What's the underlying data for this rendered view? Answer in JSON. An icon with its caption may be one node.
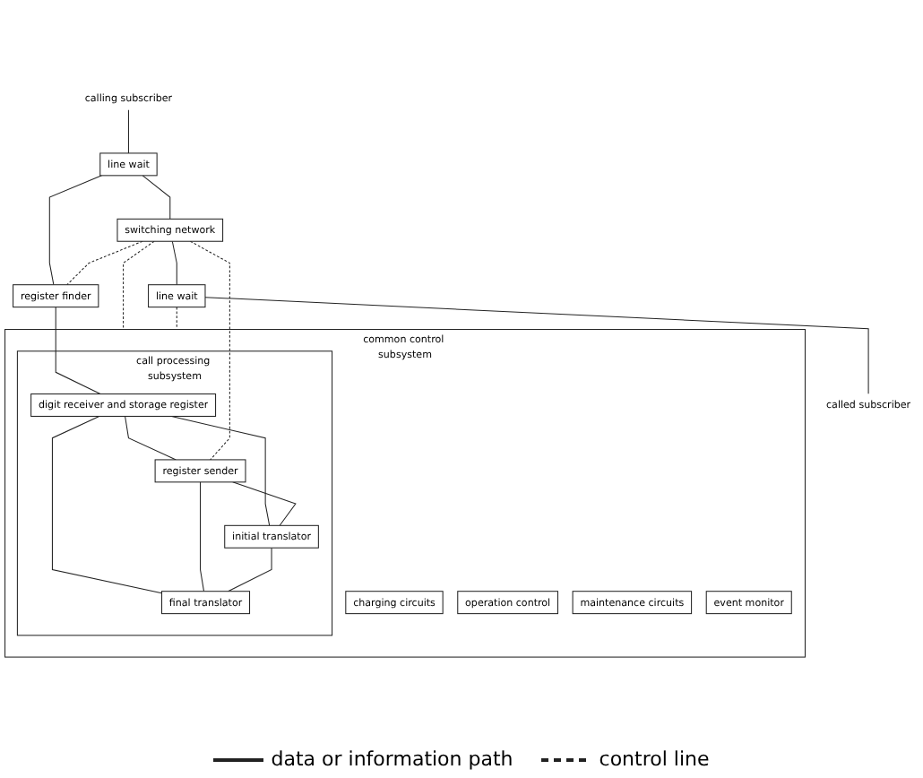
{
  "diagram": {
    "nodes": [
      {
        "text": [
          "calling subscriber"
        ]
      },
      {
        "text": [
          "line wait"
        ]
      },
      {
        "text": [
          "switching network"
        ]
      },
      {
        "text": [
          "line wait"
        ]
      },
      {
        "text": [
          "called subscriber"
        ]
      },
      {
        "text": [
          "register finder"
        ]
      },
      {
        "text": [
          "common control subsystem"
        ]
      },
      {
        "text": [
          "call processing subsystem"
        ],
        "in": 6
      },
      {
        "text": [
          "digit receiver and storage register"
        ],
        "in": 7
      },
      {
        "text": [
          "register sender"
        ],
        "in": 7
      },
      {
        "text": [
          "charging circuits"
        ],
        "in": 6
      },
      {
        "text": [
          "operation control"
        ],
        "in": 6
      },
      {
        "text": [
          "initial translator"
        ],
        "in": 7
      },
      {
        "text": [
          "final translator"
        ],
        "in": 7
      },
      {
        "text": [
          "maintenance circuits"
        ],
        "in": 6
      },
      {
        "text": [
          "event monitor"
        ],
        "in": 6
      }
    ],
    "edges": [
      {
        "from": 0,
        "to": 1,
        "arrow": "none"
      },
      {
        "from": 1,
        "to": 2,
        "arrow": "none"
      },
      {
        "from": 2,
        "to": 3,
        "arrow": "none"
      },
      {
        "from": 3,
        "to": 4,
        "arrow": "none"
      },
      {
        "from": 1,
        "to": 5,
        "arrow": "none"
      },
      {
        "from": 5,
        "to": 8,
        "arrow": "none"
      },
      {
        "from": 8,
        "to": 9,
        "arrow": "none"
      },
      {
        "from": 8,
        "to": 12,
        "arrow": "none"
      },
      {
        "from": 8,
        "to": 13,
        "arrow": "none"
      },
      {
        "from": 9,
        "to": 13,
        "arrow": "none"
      },
      {
        "from": 12,
        "to": 13,
        "arrow": "none"
      },
      {
        "from": 9,
        "to": 12,
        "arrow": "none"
      },
      {
        "from": 2,
        "to": 5,
        "arrow": "none",
        "style": "dashed"
      },
      {
        "from": 2,
        "to": 6,
        "arrow": "none",
        "style": "dashed"
      },
      {
        "from": 2,
        "to": 9,
        "arrow": "none",
        "style": "dashed"
      },
      {
        "from": 3,
        "to": 6,
        "arrow": "none",
        "style": "dashed"
      }
    ],
    "legend": [
      {
        "text": "data or information path"
      },
      {
        "text": "control line"
      }
    ]
  }
}
